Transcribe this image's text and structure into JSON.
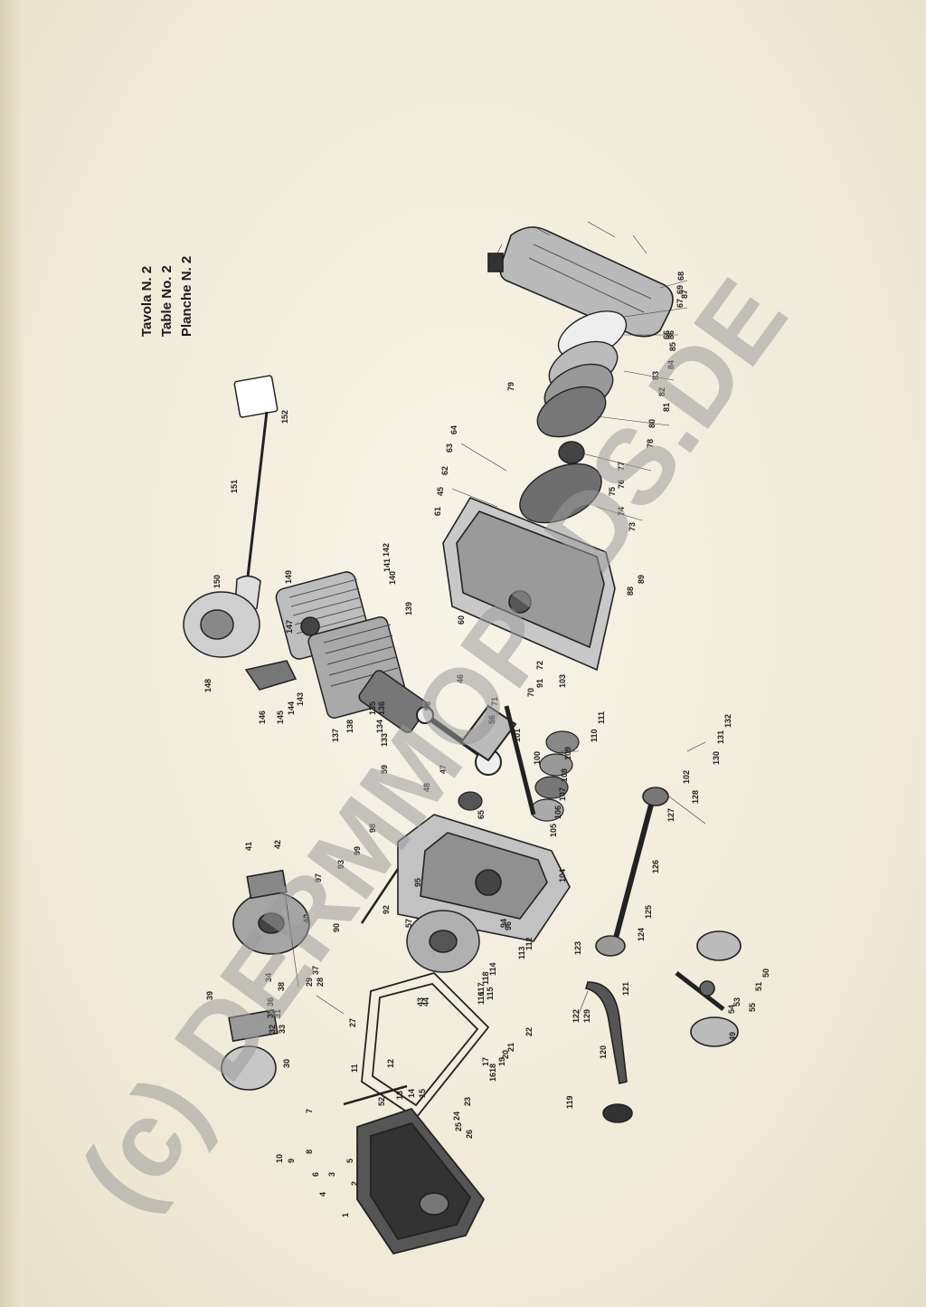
{
  "title": {
    "lines": [
      "Tavola N. 2",
      "Table No. 2",
      "Planche N. 2"
    ]
  },
  "watermark": "(c) DERMMOPEDS.DE",
  "callouts": [
    {
      "label": "1"
    },
    {
      "label": "2"
    },
    {
      "label": "3"
    },
    {
      "label": "4"
    },
    {
      "label": "5"
    },
    {
      "label": "6"
    },
    {
      "label": "7"
    },
    {
      "label": "8"
    },
    {
      "label": "9"
    },
    {
      "label": "10"
    },
    {
      "label": "11"
    },
    {
      "label": "12"
    },
    {
      "label": "13"
    },
    {
      "label": "14"
    },
    {
      "label": "15"
    },
    {
      "label": "16"
    },
    {
      "label": "17"
    },
    {
      "label": "18"
    },
    {
      "label": "19"
    },
    {
      "label": "20"
    },
    {
      "label": "21"
    },
    {
      "label": "22"
    },
    {
      "label": "23"
    },
    {
      "label": "24"
    },
    {
      "label": "25"
    },
    {
      "label": "26"
    },
    {
      "label": "27"
    },
    {
      "label": "28"
    },
    {
      "label": "29"
    },
    {
      "label": "30"
    },
    {
      "label": "31"
    },
    {
      "label": "32"
    },
    {
      "label": "33"
    },
    {
      "label": "34"
    },
    {
      "label": "35"
    },
    {
      "label": "36"
    },
    {
      "label": "37"
    },
    {
      "label": "38"
    },
    {
      "label": "39"
    },
    {
      "label": "40"
    },
    {
      "label": "41"
    },
    {
      "label": "42"
    },
    {
      "label": "43"
    },
    {
      "label": "44"
    },
    {
      "label": "45"
    },
    {
      "label": "46"
    },
    {
      "label": "47"
    },
    {
      "label": "48"
    },
    {
      "label": "49"
    },
    {
      "label": "50"
    },
    {
      "label": "51"
    },
    {
      "label": "52"
    },
    {
      "label": "53"
    },
    {
      "label": "54"
    },
    {
      "label": "55"
    },
    {
      "label": "56"
    },
    {
      "label": "57"
    },
    {
      "label": "58"
    },
    {
      "label": "59"
    },
    {
      "label": "60"
    },
    {
      "label": "61"
    },
    {
      "label": "62"
    },
    {
      "label": "63"
    },
    {
      "label": "64"
    },
    {
      "label": "65"
    },
    {
      "label": "66"
    },
    {
      "label": "67"
    },
    {
      "label": "68"
    },
    {
      "label": "69"
    },
    {
      "label": "70"
    },
    {
      "label": "71"
    },
    {
      "label": "72"
    },
    {
      "label": "73"
    },
    {
      "label": "74"
    },
    {
      "label": "75"
    },
    {
      "label": "76"
    },
    {
      "label": "77"
    },
    {
      "label": "78"
    },
    {
      "label": "79"
    },
    {
      "label": "80"
    },
    {
      "label": "81"
    },
    {
      "label": "82"
    },
    {
      "label": "83"
    },
    {
      "label": "84"
    },
    {
      "label": "85"
    },
    {
      "label": "86"
    },
    {
      "label": "87"
    },
    {
      "label": "88"
    },
    {
      "label": "89"
    },
    {
      "label": "90"
    },
    {
      "label": "91"
    },
    {
      "label": "92"
    },
    {
      "label": "93"
    },
    {
      "label": "94"
    },
    {
      "label": "95"
    },
    {
      "label": "96"
    },
    {
      "label": "97"
    },
    {
      "label": "98"
    },
    {
      "label": "99"
    },
    {
      "label": "100"
    },
    {
      "label": "101"
    },
    {
      "label": "102"
    },
    {
      "label": "103"
    },
    {
      "label": "104"
    },
    {
      "label": "105"
    },
    {
      "label": "106"
    },
    {
      "label": "107"
    },
    {
      "label": "108"
    },
    {
      "label": "109"
    },
    {
      "label": "110"
    },
    {
      "label": "111"
    },
    {
      "label": "112"
    },
    {
      "label": "113"
    },
    {
      "label": "114"
    },
    {
      "label": "115"
    },
    {
      "label": "116"
    },
    {
      "label": "117"
    },
    {
      "label": "118"
    },
    {
      "label": "119"
    },
    {
      "label": "120"
    },
    {
      "label": "121"
    },
    {
      "label": "122"
    },
    {
      "label": "123"
    },
    {
      "label": "124"
    },
    {
      "label": "125"
    },
    {
      "label": "126"
    },
    {
      "label": "127"
    },
    {
      "label": "128"
    },
    {
      "label": "129"
    },
    {
      "label": "130"
    },
    {
      "label": "131"
    },
    {
      "label": "132"
    },
    {
      "label": "133"
    },
    {
      "label": "134"
    },
    {
      "label": "135"
    },
    {
      "label": "136"
    },
    {
      "label": "137"
    },
    {
      "label": "138"
    },
    {
      "label": "139"
    },
    {
      "label": "140"
    },
    {
      "label": "141"
    },
    {
      "label": "142"
    },
    {
      "label": "143"
    },
    {
      "label": "144"
    },
    {
      "label": "145"
    },
    {
      "label": "146"
    },
    {
      "label": "147"
    },
    {
      "label": "148"
    },
    {
      "label": "149"
    },
    {
      "label": "150"
    },
    {
      "label": "151"
    },
    {
      "label": "152"
    }
  ]
}
